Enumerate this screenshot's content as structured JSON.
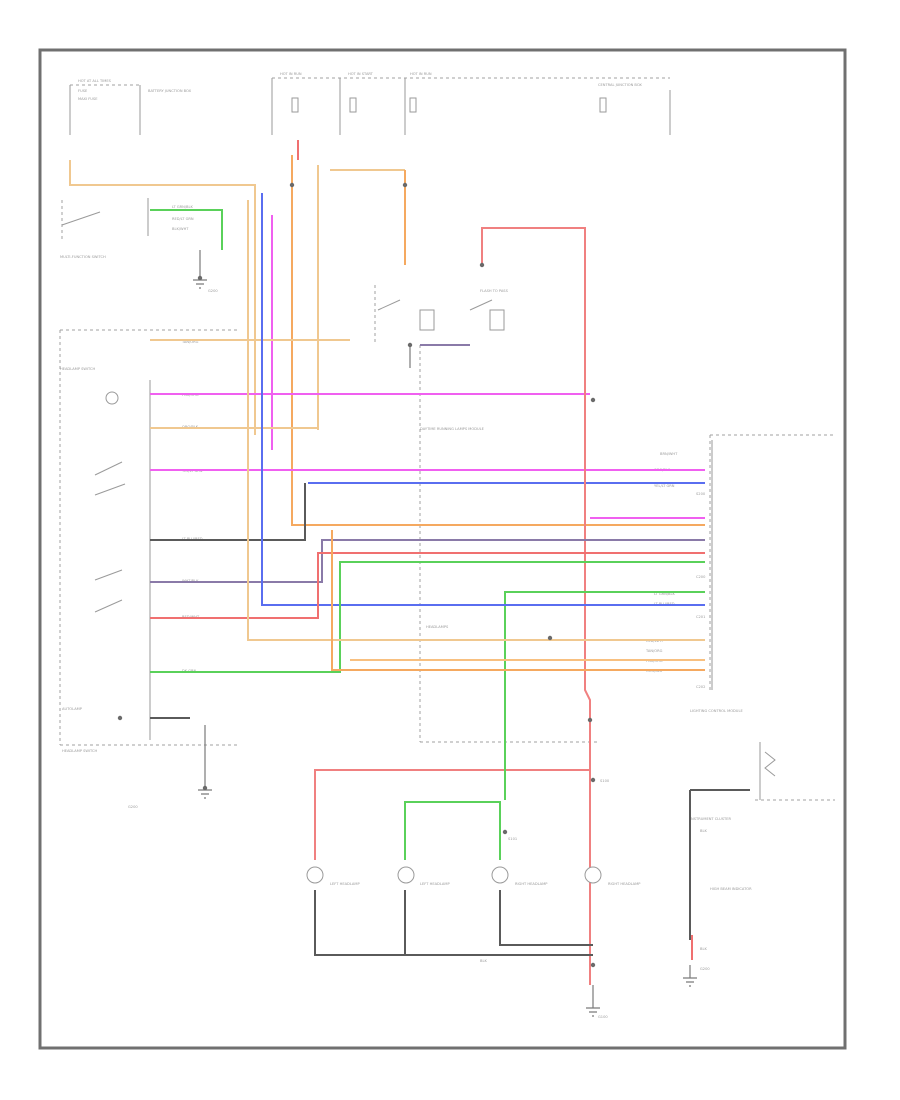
{
  "diagram": {
    "colors": {
      "orange": "#f5a960",
      "red": "#f08080",
      "pink": "#f07070",
      "magenta": "#f060f0",
      "blue": "#5a6ef0",
      "green": "#5ad15a",
      "gray_purple": "#8a7aa8",
      "tan": "#f0c890",
      "light_orange": "#f8c080",
      "dark": "#5a5a5a"
    },
    "labels": [
      "HOT AT ALL TIMES",
      "HOT IN RUN",
      "HOT IN START",
      "FUSE",
      "MAXI FUSE",
      "BATTERY JUNCTION BOX",
      "CENTRAL JUNCTION BOX",
      "DAYTIME RUNNING LAMPS MODULE",
      "HEADLAMP SWITCH",
      "MULTI-FUNCTION SWITCH",
      "HIGH BEAM",
      "LOW BEAM",
      "FLASH TO PASS",
      "AUTOLAMP",
      "PARK",
      "HEADLAMPS",
      "LEFT HEADLAMP",
      "RIGHT HEADLAMP",
      "HIGH BEAM INDICATOR",
      "INSTRUMENT CLUSTER",
      "LIGHTING CONTROL MODULE",
      "G100",
      "G200",
      "S100",
      "S101",
      "S200",
      "C200",
      "C201",
      "C202",
      "C203",
      "LT GRN/BLK",
      "RED/LT GRN",
      "YEL/LT GRN",
      "BLK/WHT",
      "RED/WHT",
      "WHT/BLK",
      "BRN/WHT",
      "ORG/BLK",
      "LT BLU/RED",
      "DK GRN",
      "PNK/ORG",
      "TAN/ORG",
      "BLK"
    ]
  }
}
